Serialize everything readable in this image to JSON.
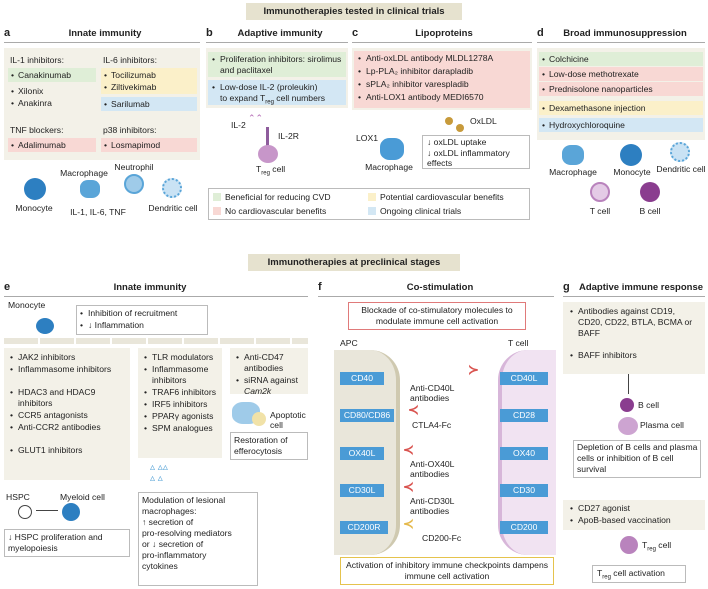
{
  "top_banner": "Immunotherapies tested in clinical trials",
  "mid_banner": "Immunotherapies at preclinical stages",
  "panel_a": {
    "letter": "a",
    "title": "Innate immunity",
    "il1_head": "IL-1 inhibitors:",
    "il1": [
      "Canakinumab",
      "Xilonix",
      "Anakinra"
    ],
    "il6_head": "IL-6 inhibitors:",
    "il6": [
      "Tocilizumab",
      "Ziltivekimab",
      "Sarilumab"
    ],
    "tnf_head": "TNF blockers:",
    "tnf": [
      "Adalimumab"
    ],
    "p38_head": "p38 inhibitors:",
    "p38": [
      "Losmapimod"
    ],
    "macrophage": "Macrophage",
    "neutrophil": "Neutrophil",
    "monocyte": "Monocyte",
    "dendritic": "Dendritic cell",
    "cytokines": "IL-1, IL-6, TNF"
  },
  "panel_b": {
    "letter": "b",
    "title": "Adaptive immunity",
    "items": [
      "Proliferation inhibitors: sirolimus and paclitaxel",
      "Low-dose IL-2 (proleukin) to expand T<sub>reg</sub> cell numbers"
    ],
    "item1": "Proliferation inhibitors: sirolimus and paclitaxel",
    "item2a": "Low-dose IL-2 (proleukin)",
    "item2b": "to expand T",
    "item2sub": "reg",
    "item2c": " cell numbers",
    "il2": "IL-2",
    "il2r": "IL-2R",
    "treg": "T",
    "treg_sub": "reg",
    "treg_cell": " cell"
  },
  "panel_c": {
    "letter": "c",
    "title": "Lipoproteins",
    "items": [
      "Anti-oxLDL antibody MLDL1278A",
      "Lp-PLA₂ inhibitor darapladib",
      "sPLA₂ inhibitor varespladib",
      "Anti-LOX1 antibody MEDI6570"
    ],
    "oxldl": "OxLDL",
    "lox1": "LOX1",
    "macrophage": "Macrophage",
    "effects": [
      "↓ oxLDL uptake",
      "↓ oxLDL inflammatory effects"
    ]
  },
  "panel_d": {
    "letter": "d",
    "title": "Broad immunosuppression",
    "items": [
      "Colchicine",
      "Low-dose methotrexate",
      "Prednisolone nanoparticles",
      "Dexamethasone injection",
      "Hydroxychloroquine"
    ],
    "macrophage": "Macrophage",
    "monocyte": "Monocyte",
    "dendritic": "Dendritic cell",
    "tcell": "T cell",
    "bcell": "B cell"
  },
  "legend": {
    "beneficial": "Beneficial for reducing CVD",
    "potential": "Potential cardiovascular benefits",
    "none": "No cardiovascular benefits",
    "ongoing": "Ongoing clinical trials"
  },
  "panel_e": {
    "letter": "e",
    "title": "Innate immunity",
    "monocyte": "Monocyte",
    "recruit": [
      "Inhibition of recruitment",
      "↓ Inflammation"
    ],
    "col1": [
      "JAK2 inhibitors",
      "Inflammasome inhibitors",
      "HDAC3 and HDAC9 inhibitors",
      "CCR5 antagonists",
      "Anti-CCR2 antibodies",
      "GLUT1 inhibitors"
    ],
    "col2": [
      "TLR modulators",
      "Inflammasome inhibitors",
      "TRAF6 inhibitors",
      "IRF5 inhibitors",
      "PPARγ agonists",
      "SPM analogues"
    ],
    "col3a": "Anti-CD47 antibodies",
    "col3b": "siRNA against",
    "col3b_italic": "Cam2k",
    "apoptotic": "Apoptotic cell",
    "efferocytosis": "Restoration of efferocytosis",
    "hspc": "HSPC",
    "myeloid": "Myeloid cell",
    "hspc_effect": "↓ HSPC proliferation and myelopoiesis",
    "lesional": [
      "Modulation of lesional",
      "macrophages:",
      "↑ secretion of",
      "pro-resolving mediators",
      "or ↓ secretion of",
      "pro-inflammatory",
      "cytokines"
    ]
  },
  "panel_f": {
    "letter": "f",
    "title": "Co-stimulation",
    "top_note": "Blockade of co-stimulatory molecules to modulate immune cell activation",
    "apc": "APC",
    "tcell": "T cell",
    "apc_mols": [
      "CD40",
      "CD80/CD86",
      "OX40L",
      "CD30L",
      "CD200R"
    ],
    "t_mols": [
      "CD40L",
      "CD28",
      "OX40",
      "CD30",
      "CD200"
    ],
    "drugs": [
      "Anti-CD40L antibodies",
      "CTLA4-Fc",
      "Anti-OX40L antibodies",
      "Anti-CD30L antibodies",
      "CD200-Fc"
    ],
    "bottom_note": "Activation of inhibitory immune checkpoints dampens immune cell activation"
  },
  "panel_g": {
    "letter": "g",
    "title": "Adaptive immune response",
    "items": [
      "Antibodies against CD19, CD20, CD22, BTLA, BCMA or BAFF",
      "BAFF inhibitors"
    ],
    "bcell": "B cell",
    "plasma": "Plasma cell",
    "depletion": "Depletion of B cells and plasma cells or inhibition of B cell survival",
    "items2": [
      "CD27 agonist",
      "ApoB-based vaccination"
    ],
    "treg": "T",
    "treg_sub": "reg",
    "treg_cell": " cell",
    "treg_act": "T",
    "treg_act_sub": "reg",
    "treg_act_tail": " cell activation"
  },
  "colors": {
    "green": "#dfeed7",
    "red": "#f8d8d4",
    "yellow": "#fbf0c9",
    "blue": "#d3e7f4",
    "banner": "#e6e2cf",
    "molecule": "#4a9bd6"
  }
}
